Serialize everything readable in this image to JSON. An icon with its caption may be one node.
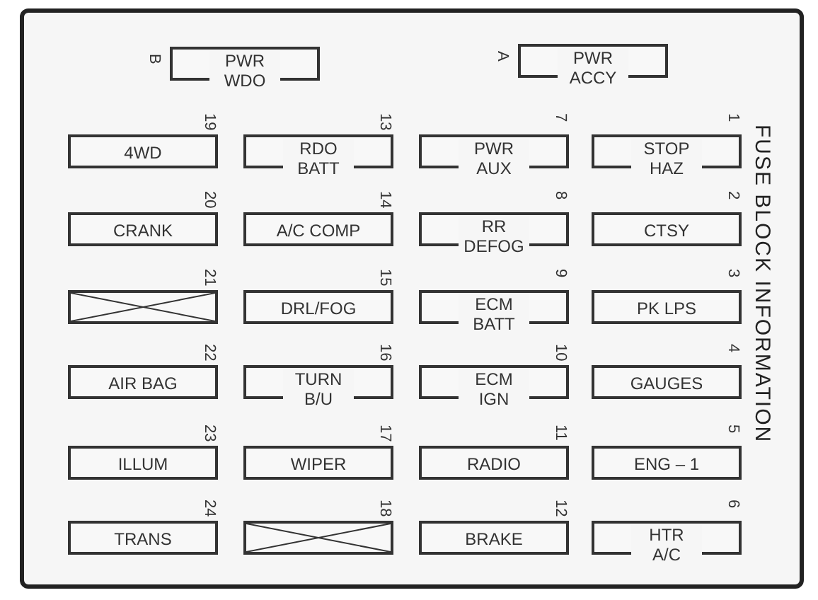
{
  "diagram": {
    "title": "FUSE BLOCK INFORMATION",
    "nodes": [
      {
        "text": [
          "PWR WDO"
        ],
        "beside": [
          "B"
        ]
      },
      {
        "text": [
          "PWR ACCY"
        ],
        "beside": [
          "A"
        ]
      },
      {
        "text": [
          "4WD"
        ],
        "beside": [
          "19"
        ]
      },
      {
        "text": [
          "RDO BATT"
        ],
        "beside": [
          "13"
        ]
      },
      {
        "text": [
          "PWR AUX"
        ],
        "beside": [
          "7"
        ]
      },
      {
        "text": [
          "STOP HAZ"
        ],
        "beside": [
          "1"
        ]
      },
      {
        "text": [
          "CRANK"
        ],
        "beside": [
          "20"
        ]
      },
      {
        "text": [
          "A/C COMP"
        ],
        "beside": [
          "14"
        ]
      },
      {
        "text": [
          "RR DEFOG"
        ],
        "beside": [
          "8"
        ]
      },
      {
        "text": [
          "CTSY"
        ],
        "beside": [
          "2"
        ]
      },
      {
        "text": [],
        "shape": "box",
        "beside": [
          "21"
        ]
      },
      {
        "text": [
          "DRL/FOG"
        ],
        "beside": [
          "15"
        ]
      },
      {
        "text": [
          "ECM BATT"
        ],
        "beside": [
          "9"
        ]
      },
      {
        "text": [
          "PK LPS"
        ],
        "beside": [
          "3"
        ]
      },
      {
        "text": [
          "AIR BAG"
        ],
        "beside": [
          "22"
        ]
      },
      {
        "text": [
          "TURN B/U"
        ],
        "beside": [
          "16"
        ]
      },
      {
        "text": [
          "ECM IGN"
        ],
        "beside": [
          "10"
        ]
      },
      {
        "text": [
          "GAUGES"
        ],
        "beside": [
          "4"
        ]
      },
      {
        "text": [
          "ILLUM"
        ],
        "beside": [
          "23"
        ]
      },
      {
        "text": [
          "WIPER"
        ],
        "beside": [
          "17"
        ]
      },
      {
        "text": [
          "RADIO"
        ],
        "beside": [
          "11"
        ]
      },
      {
        "text": [
          "ENG – 1"
        ],
        "beside": [
          "5"
        ]
      },
      {
        "text": [
          "TRANS"
        ],
        "beside": [
          "24"
        ]
      },
      {
        "text": [],
        "shape": "box",
        "beside": [
          "18"
        ]
      },
      {
        "text": [
          "BRAKE"
        ],
        "beside": [
          "12"
        ]
      },
      {
        "text": [
          "HTR A/C"
        ],
        "beside": [
          "6"
        ]
      }
    ]
  }
}
